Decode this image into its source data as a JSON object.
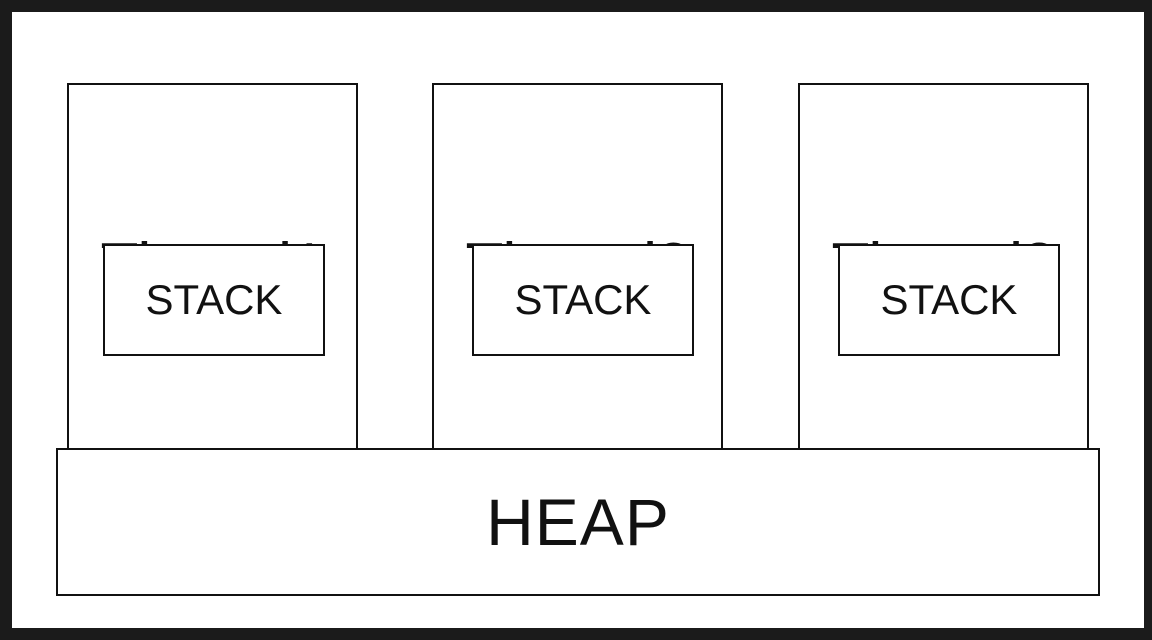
{
  "diagram": {
    "threads": [
      {
        "title": "Thread1",
        "stack_label": "STACK"
      },
      {
        "title": "Thread2",
        "stack_label": "STACK"
      },
      {
        "title": "Thread3",
        "stack_label": "STACK"
      }
    ],
    "heap_label": "HEAP"
  },
  "colors": {
    "outer_frame": "#1b1b1b",
    "background": "#ffffff",
    "stroke": "#111111"
  }
}
